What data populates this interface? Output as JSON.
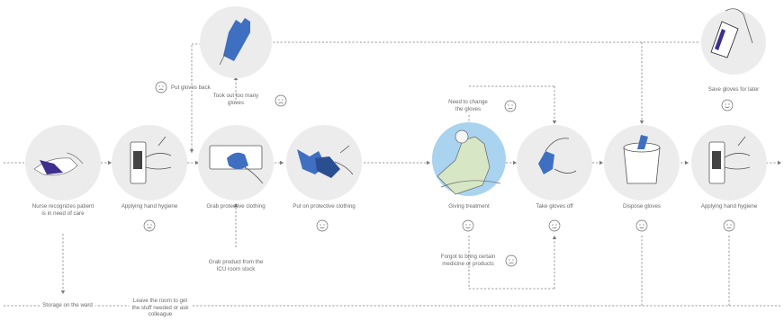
{
  "steps": {
    "nurse": "Nurse recognizes patient\nis in need of care",
    "hygiene1": "Applying hand hygiene",
    "grab": "Grab protective clothing",
    "put_on": "Put on protective clothing",
    "treatment": "Giving treatment",
    "take_off": "Take gloves off",
    "dispose": "Dispose gloves",
    "hygiene2": "Applying hand hygiene",
    "save": "Save gloves for later"
  },
  "branches": {
    "put_back": "Put gloves back",
    "too_many": "Took out too many\ngloves",
    "need_change": "Need to change\nthe gloves",
    "forgot": "Forgot to bring certain\nmedicine or products",
    "grab_stock": "Grab product from the\nICU room stock",
    "storage": "Storage on the ward",
    "leave_room": "Leave the room to get\nthe stuff needed or ask\ncolleague"
  },
  "emotions": {
    "hygiene1": "sad",
    "too_many": "sad",
    "put_back": "sad",
    "put_on": "happy",
    "treatment": "happy",
    "need_change": "neutral",
    "forgot": "neutral",
    "take_off": "neutral",
    "dispose": "happy",
    "hygiene2": "neutral",
    "save": "happy"
  },
  "colors": {
    "glove": "#3e6fc0",
    "glove_dark": "#2a4f91",
    "bubble": "#ececec",
    "treatment_bubble": "#a9d3ef",
    "line": "#7a7a7a"
  }
}
